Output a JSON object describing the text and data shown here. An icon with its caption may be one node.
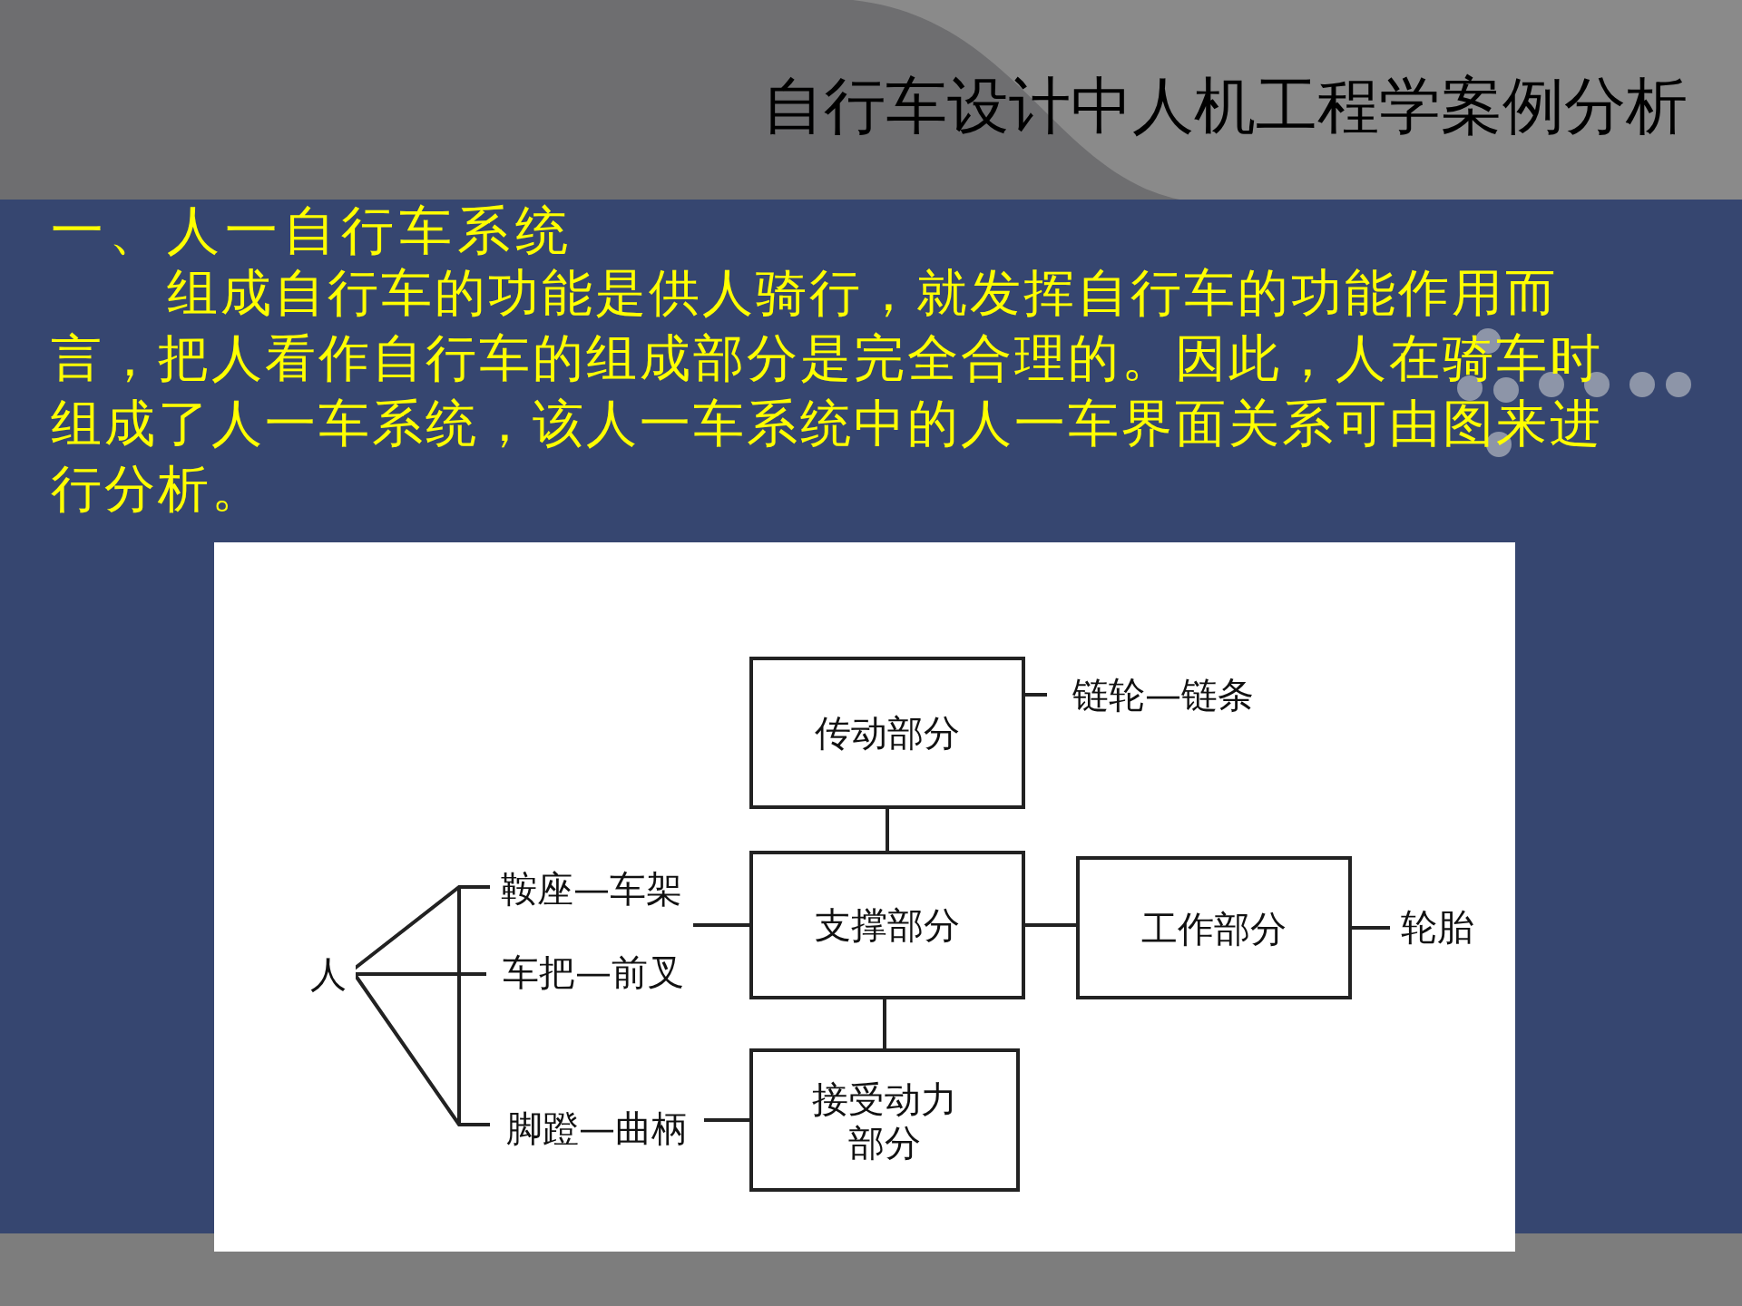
{
  "diagram": {
    "title": "自行车设计中人机工程学案例分析",
    "nodes": [
      {
        "text": [
          "人"
        ]
      },
      {
        "text": [
          "鞍座—车架"
        ]
      },
      {
        "text": [
          "车把—前叉"
        ]
      },
      {
        "text": [
          "脚蹬—曲柄"
        ]
      },
      {
        "text": [
          "传动部分"
        ]
      },
      {
        "text": [
          "支撑部分"
        ]
      },
      {
        "text": [
          "接受动力部分"
        ]
      },
      {
        "text": [
          "工作部分"
        ]
      },
      {
        "text": [
          "链轮—链条"
        ]
      },
      {
        "text": [
          "轮胎"
        ]
      }
    ],
    "edges": [
      {
        "from": 0,
        "to": 1,
        "arrow": "none"
      },
      {
        "from": 0,
        "to": 2,
        "arrow": "none"
      },
      {
        "from": 0,
        "to": 3,
        "arrow": "none"
      },
      {
        "from": 1,
        "to": 5,
        "arrow": "none"
      },
      {
        "from": 2,
        "to": 5,
        "arrow": "none"
      },
      {
        "from": 3,
        "to": 6,
        "arrow": "none"
      },
      {
        "from": 4,
        "to": 5,
        "arrow": "none"
      },
      {
        "from": 5,
        "to": 6,
        "arrow": "none"
      },
      {
        "from": 5,
        "to": 7,
        "arrow": "none"
      },
      {
        "from": 4,
        "to": 8,
        "arrow": "none"
      },
      {
        "from": 7,
        "to": 9,
        "arrow": "none"
      }
    ],
    "labels": [
      "一、人一自行车系统",
      "组成自行车的功能是供人骑行，就发挥自行车的功能作用而言，把人看作自行车的组成部分是完全合理的。因此，人在骑车时组成了人一车系统，该人一车系统中的人一车界面关系可由图来进行分析。"
    ]
  }
}
